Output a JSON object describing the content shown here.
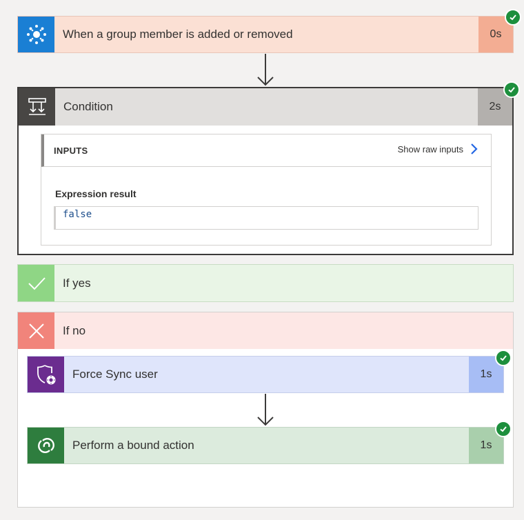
{
  "trigger": {
    "title": "When a group member is added or removed",
    "duration": "0s",
    "icon": "azure-ad-icon",
    "color": "#fbe0d4",
    "duration_color": "#f3ad93"
  },
  "condition": {
    "title": "Condition",
    "duration": "2s",
    "icon": "condition-icon",
    "inputs": {
      "header": "INPUTS",
      "show_raw": "Show raw inputs",
      "label": "Expression result",
      "value": "false"
    }
  },
  "if_yes": {
    "title": "If yes",
    "icon": "checkmark-icon"
  },
  "if_no": {
    "title": "If no",
    "icon": "close-icon",
    "actions": [
      {
        "title": "Force Sync user",
        "duration": "1s",
        "icon": "shield-gear-icon"
      },
      {
        "title": "Perform a bound action",
        "duration": "1s",
        "icon": "dataverse-icon"
      }
    ]
  }
}
